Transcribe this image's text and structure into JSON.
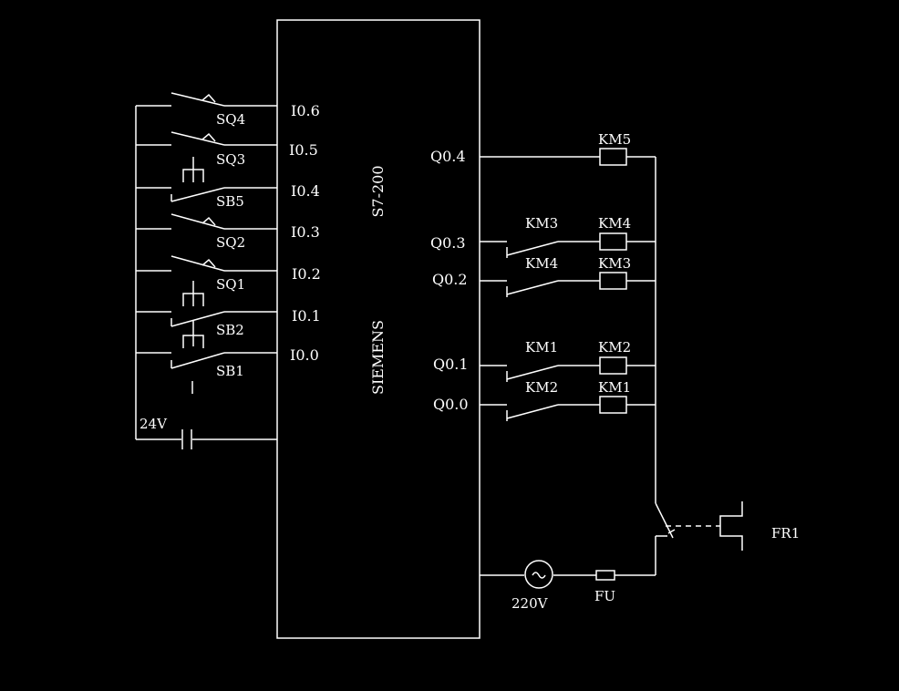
{
  "plc": {
    "model": "S7-200",
    "brand": "SIEMENS"
  },
  "inputs": [
    {
      "address": "I0.6",
      "device": "SQ4"
    },
    {
      "address": "I0.5",
      "device": "SQ3"
    },
    {
      "address": "I0.4",
      "device": "SB5"
    },
    {
      "address": "I0.3",
      "device": "SQ2"
    },
    {
      "address": "I0.2",
      "device": "SQ1"
    },
    {
      "address": "I0.1",
      "device": "SB2"
    },
    {
      "address": "I0.0",
      "device": "SB1"
    }
  ],
  "input_supply": "24V",
  "outputs": [
    {
      "address": "Q0.4",
      "interlock": "",
      "coil": "KM5"
    },
    {
      "address": "Q0.3",
      "interlock": "KM3",
      "coil": "KM4"
    },
    {
      "address": "Q0.2",
      "interlock": "KM4",
      "coil": "KM3"
    },
    {
      "address": "Q0.1",
      "interlock": "KM1",
      "coil": "KM2"
    },
    {
      "address": "Q0.0",
      "interlock": "KM2",
      "coil": "KM1"
    }
  ],
  "output_supply": "220V",
  "fuse": "FU",
  "thermal_relay": "FR1"
}
